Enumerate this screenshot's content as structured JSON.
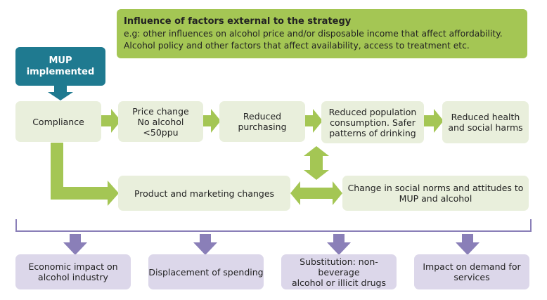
{
  "factors": {
    "title": "Influence of factors external to the strategy",
    "text": "e.g: other influences on alcohol price and/or disposable income that affect affordability. Alcohol policy and other factors that affect availability, access to treatment etc."
  },
  "nodes": {
    "mup": "MUP\nimplemented",
    "compliance": "Compliance",
    "price": "Price change\nNo alcohol\n<50ppu",
    "purchasing": "Reduced\npurchasing",
    "population": "Reduced population\nconsumption. Safer\npatterns of drinking",
    "harms": "Reduced health\nand social harms",
    "product": "Product and marketing changes",
    "norms": "Change in social norms and attitudes to\nMUP and alcohol"
  },
  "outcomes": [
    "Economic impact on\nalcohol industry",
    "Displacement of spending",
    "Substitution: non-beverage\nalcohol or illicit drugs",
    "Impact on demand for\nservices"
  ],
  "colors": {
    "arrow_green": "#a4c654",
    "teal": "#1f7a90",
    "arrow_purple": "#8a7fb8",
    "box_green": "#e9efdc",
    "box_purple": "#dcd7ea"
  }
}
